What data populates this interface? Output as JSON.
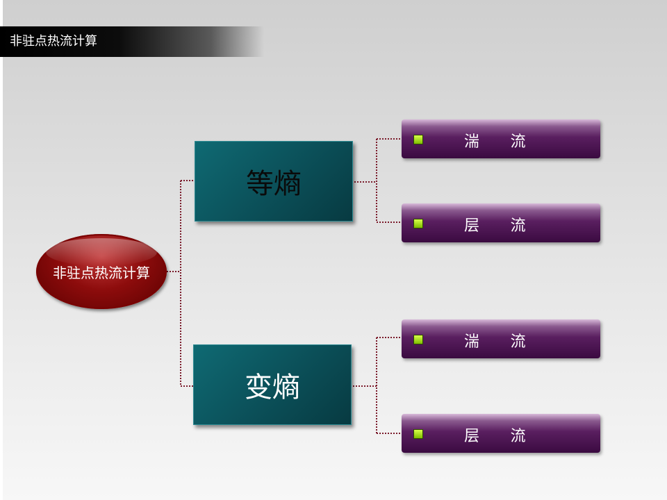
{
  "header": {
    "title": "非驻点热流计算"
  },
  "diagram": {
    "root": {
      "label": "非驻点热流计算"
    },
    "branches": [
      {
        "label": "等熵",
        "leaves": [
          "湍　　流",
          "层　　流"
        ]
      },
      {
        "label": "变熵",
        "leaves": [
          "湍　　流",
          "层　　流"
        ]
      }
    ]
  },
  "colors": {
    "root_fill": "#8d0c0c",
    "branch_fill": "#0b4f58",
    "leaf_fill": "#5a1f60",
    "bullet": "#a6e600",
    "connector": "#7a1a2a"
  }
}
